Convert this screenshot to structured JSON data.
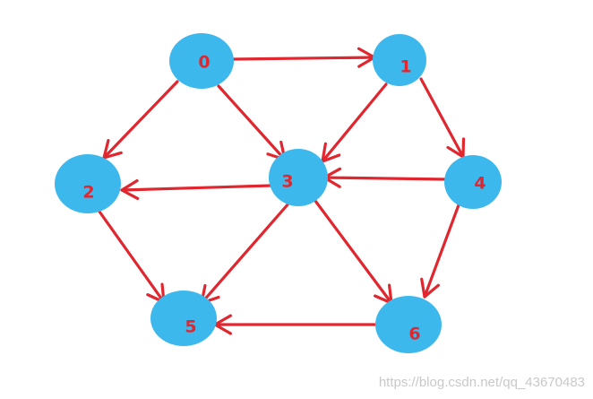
{
  "colors": {
    "node_fill": "#3db8ec",
    "edge": "#e0262e",
    "label": "#e0262e",
    "watermark": "#c9c9c9"
  },
  "nodes": [
    {
      "id": "0",
      "label": "0"
    },
    {
      "id": "1",
      "label": "1"
    },
    {
      "id": "2",
      "label": "2"
    },
    {
      "id": "3",
      "label": "3"
    },
    {
      "id": "4",
      "label": "4"
    },
    {
      "id": "5",
      "label": "5"
    },
    {
      "id": "6",
      "label": "6"
    }
  ],
  "edges": [
    {
      "from": "0",
      "to": "1"
    },
    {
      "from": "0",
      "to": "2"
    },
    {
      "from": "0",
      "to": "3"
    },
    {
      "from": "1",
      "to": "3"
    },
    {
      "from": "1",
      "to": "4"
    },
    {
      "from": "4",
      "to": "3"
    },
    {
      "from": "3",
      "to": "2"
    },
    {
      "from": "2",
      "to": "5"
    },
    {
      "from": "3",
      "to": "5"
    },
    {
      "from": "3",
      "to": "6"
    },
    {
      "from": "4",
      "to": "6"
    },
    {
      "from": "6",
      "to": "5"
    }
  ],
  "watermark": "https://blog.csdn.net/qq_43670483"
}
